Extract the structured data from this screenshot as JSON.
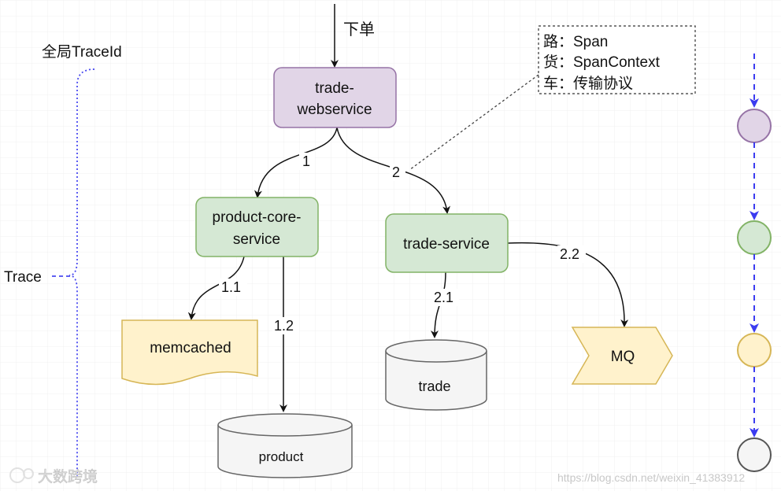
{
  "labels": {
    "order": "下单",
    "global_trace_id": "全局TraceId",
    "trace": "Trace"
  },
  "legend": {
    "road": "路：Span",
    "goods": "货：SpanContext",
    "vehicle": "车：传输协议"
  },
  "nodes": {
    "trade_webservice": [
      "trade-",
      "webservice"
    ],
    "product_core_service": [
      "product-core-",
      "service"
    ],
    "trade_service": "trade-service",
    "memcached": "memcached",
    "product_db": "product",
    "trade_db": "trade",
    "mq": "MQ"
  },
  "edge_labels": {
    "e1": "1",
    "e2": "2",
    "e11": "1.1",
    "e12": "1.2",
    "e21": "2.1",
    "e22": "2.2"
  },
  "watermark": {
    "left": "大数跨境",
    "right": "https://blog.csdn.net/weixin_41383912"
  },
  "colors": {
    "purple_fill": "#e1d5e7",
    "purple_stroke": "#9673a6",
    "green_fill": "#d5e8d4",
    "green_stroke": "#82b366",
    "yellow_fill": "#fff2cc",
    "yellow_stroke": "#d6b656",
    "gray_fill": "#f5f5f5",
    "gray_stroke": "#666666",
    "timeline_blue": "#3b3bf0"
  }
}
